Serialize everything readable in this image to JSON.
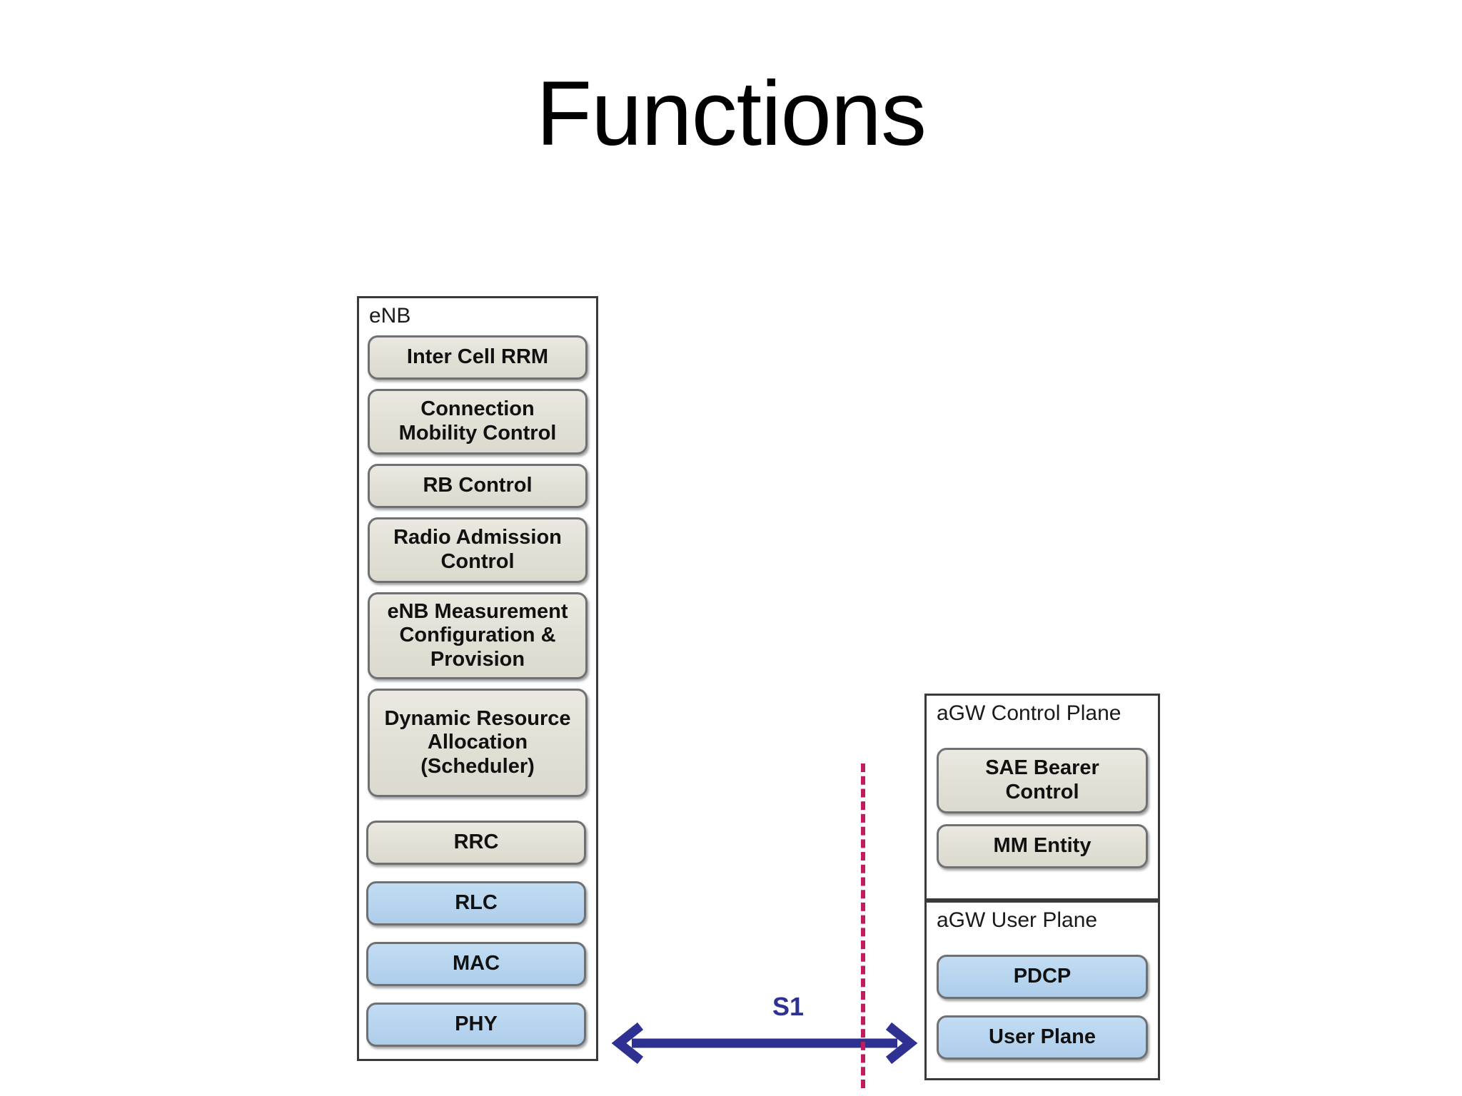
{
  "slide": {
    "title": "Functions"
  },
  "enb_panel": {
    "label": "eNB",
    "blocks": [
      {
        "name": "inter-cell-rrm",
        "lines": [
          "Inter Cell RRM"
        ],
        "color": "beige"
      },
      {
        "name": "connection-mobility",
        "lines": [
          "Connection",
          "Mobility Control"
        ],
        "color": "beige"
      },
      {
        "name": "rb-control",
        "lines": [
          "RB Control"
        ],
        "color": "beige"
      },
      {
        "name": "radio-admission",
        "lines": [
          "Radio Admission",
          "Control"
        ],
        "color": "beige"
      },
      {
        "name": "enb-measurement",
        "lines": [
          "eNB Measurement",
          "Configuration &",
          "Provision"
        ],
        "color": "beige"
      },
      {
        "name": "dynamic-resource",
        "lines": [
          "Dynamic Resource",
          "Allocation",
          "(Scheduler)"
        ],
        "color": "beige"
      },
      {
        "name": "rrc",
        "lines": [
          "RRC"
        ],
        "color": "beige"
      },
      {
        "name": "rlc",
        "lines": [
          "RLC"
        ],
        "color": "blue"
      },
      {
        "name": "mac",
        "lines": [
          "MAC"
        ],
        "color": "blue"
      },
      {
        "name": "phy",
        "lines": [
          "PHY"
        ],
        "color": "blue"
      }
    ]
  },
  "agw_control_panel": {
    "label": "aGW Control Plane",
    "blocks": [
      {
        "name": "sae-bearer-control",
        "lines": [
          "SAE Bearer",
          "Control"
        ],
        "color": "beige"
      },
      {
        "name": "mm-entity",
        "lines": [
          "MM Entity"
        ],
        "color": "beige"
      }
    ]
  },
  "agw_user_panel": {
    "label": "aGW User Plane",
    "blocks": [
      {
        "name": "pdcp",
        "lines": [
          "PDCP"
        ],
        "color": "blue"
      },
      {
        "name": "user-plane",
        "lines": [
          "User Plane"
        ],
        "color": "blue"
      }
    ]
  },
  "interface": {
    "s1_label": "S1",
    "arrow_color": "#2e3192",
    "boundary_color": "#c21b5e"
  },
  "colors": {
    "beige_fill": "#e1dfd4",
    "blue_fill": "#b6d4ef",
    "block_border": "#6e7072",
    "panel_border": "#3a3a3a",
    "title_color": "#000000"
  },
  "layout": {
    "enb_panel_rect": [
      500,
      415,
      338,
      1072
    ],
    "agw_control_panel_rect": [
      1295,
      972,
      330,
      290
    ],
    "agw_user_panel_rect": [
      1295,
      1262,
      330,
      252
    ],
    "enb_block_rects": [
      [
        515,
        470,
        308,
        62
      ],
      [
        515,
        545,
        308,
        92
      ],
      [
        515,
        650,
        308,
        62
      ],
      [
        515,
        725,
        308,
        92
      ],
      [
        515,
        830,
        308,
        122
      ],
      [
        515,
        965,
        308,
        152
      ],
      [
        513,
        1150,
        308,
        62
      ],
      [
        513,
        1235,
        308,
        62
      ],
      [
        513,
        1320,
        308,
        62
      ],
      [
        513,
        1405,
        308,
        62
      ]
    ],
    "agw_control_block_rects": [
      [
        1312,
        1048,
        296,
        92
      ],
      [
        1312,
        1155,
        296,
        62
      ]
    ],
    "agw_user_block_rects": [
      [
        1312,
        1338,
        296,
        62
      ],
      [
        1312,
        1423,
        296,
        62
      ]
    ]
  }
}
